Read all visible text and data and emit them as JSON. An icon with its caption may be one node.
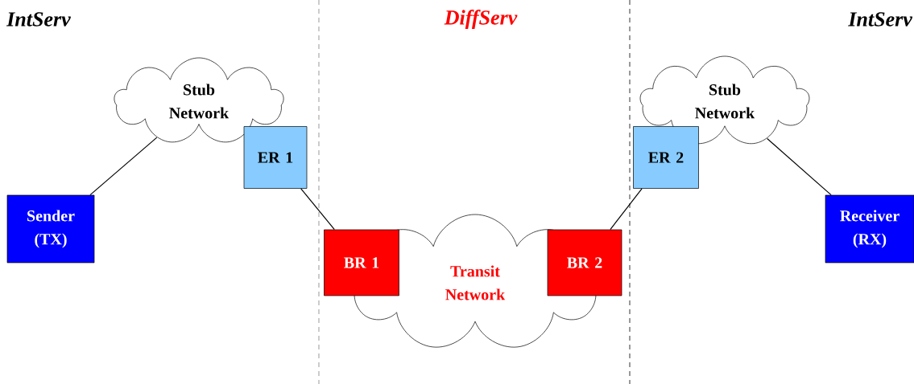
{
  "diagram": {
    "nodes": [
      {
        "text": [
          "Stub Network"
        ]
      },
      {
        "text": [
          "ER 1"
        ]
      },
      {
        "text": [
          "Sender (TX)"
        ]
      },
      {
        "text": [
          "BR 1"
        ]
      },
      {
        "text": [
          "Transit Network"
        ]
      },
      {
        "text": [
          "BR 2"
        ]
      },
      {
        "text": [
          "Stub Network"
        ]
      },
      {
        "text": [
          "ER 2"
        ]
      },
      {
        "text": [
          "Receiver (RX)"
        ]
      }
    ],
    "edges": [
      {
        "from": 2,
        "to": 0,
        "arrow": "none"
      },
      {
        "from": 1,
        "to": 3,
        "arrow": "none"
      },
      {
        "from": 5,
        "to": 7,
        "arrow": "none"
      },
      {
        "from": 6,
        "to": 8,
        "arrow": "none"
      }
    ],
    "labels": [
      "IntServ",
      "DiffServ",
      "IntServ"
    ]
  }
}
